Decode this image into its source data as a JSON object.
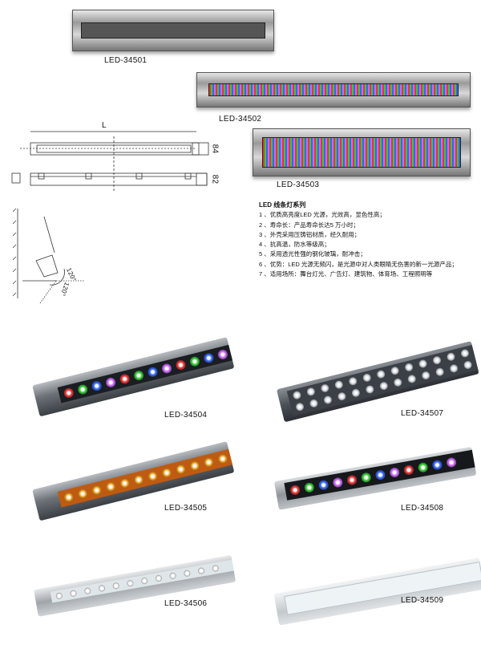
{
  "products": {
    "p34501": "LED-34501",
    "p34502": "LED-34502",
    "p34503": "LED-34503",
    "p34504": "LED-34504",
    "p34505": "LED-34505",
    "p34506": "LED-34506",
    "p34507": "LED-34507",
    "p34508": "LED-34508",
    "p34509": "LED-34509"
  },
  "drawing": {
    "length_label": "L",
    "height_top": "84",
    "height_bottom": "82",
    "angle_upper": "120°",
    "angle_lower": "120°"
  },
  "spec": {
    "title": "LED 线条灯系列",
    "items": [
      "1 、优质高亮度LED 光源，光效高，显色性高；",
      "2 、寿命长：产品寿命长达5 万小时；",
      "3 、外壳采用压铸铝材质，经久耐用；",
      "4 、抗高温，防水等级高；",
      "5 、采用透光性强的钢化玻璃，耐冲击；",
      "6 、优势：LED 光源无频闪，是光源中对人类眼睛无伤害的新一光源产品；",
      "7 、适用场所：舞台灯光、广告灯、建筑物、体育场、工程照明等"
    ]
  },
  "colors": {
    "rgb_leds": [
      "#e33",
      "#3c3",
      "#36f",
      "#c6f"
    ],
    "amber": "#f6a020",
    "housing": "#9aa0a6"
  }
}
